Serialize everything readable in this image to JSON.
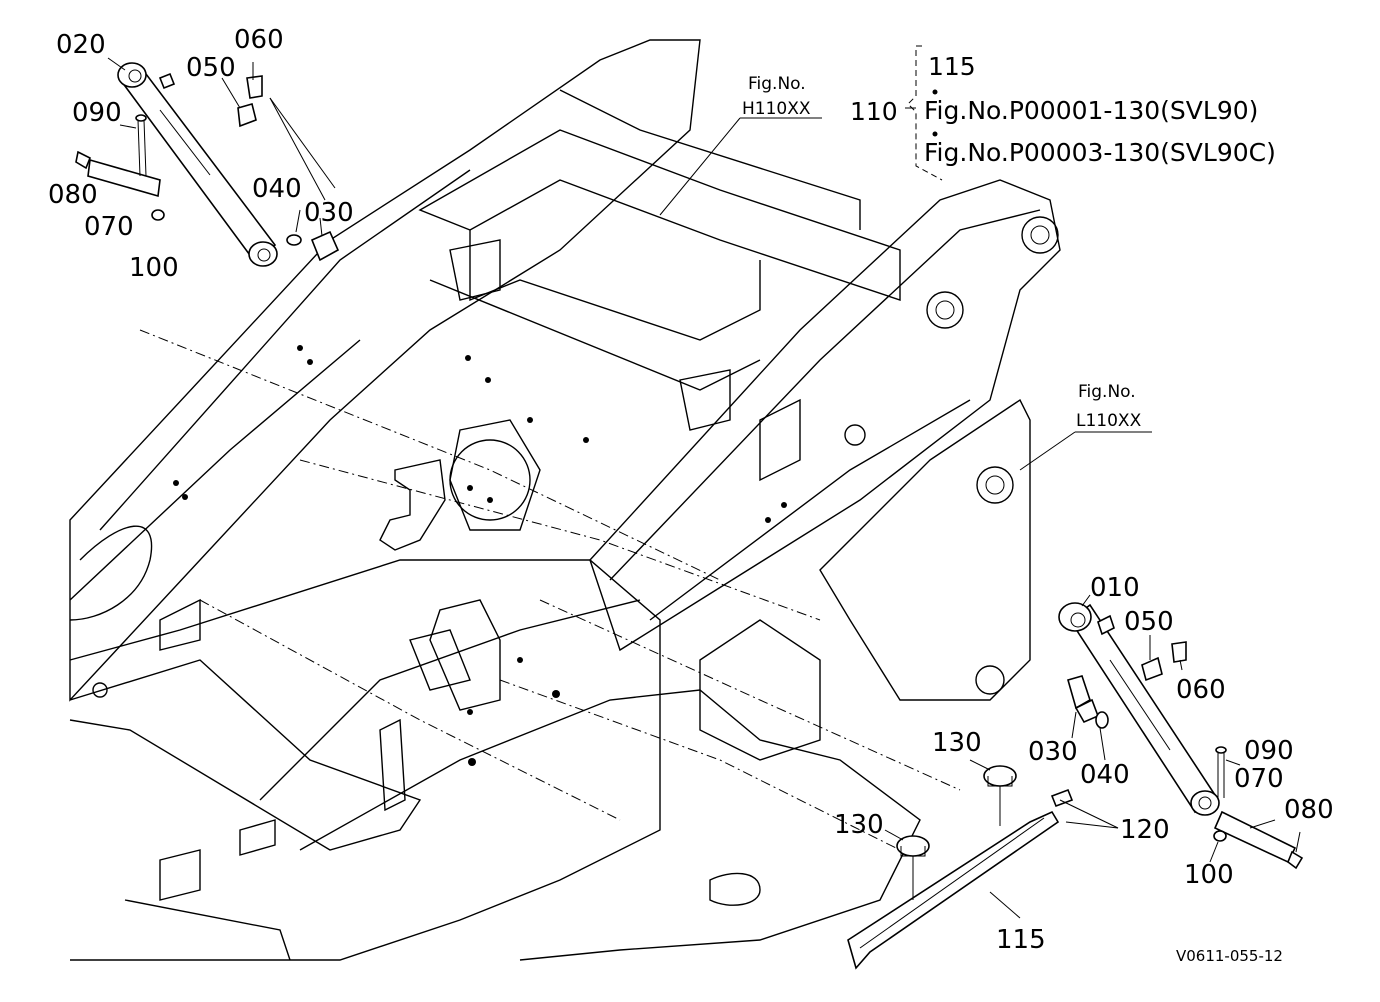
{
  "callouts": {
    "c010": "010",
    "c020": "020",
    "c030_top": "030",
    "c030_bot": "030",
    "c040_top": "040",
    "c040_bot": "040",
    "c050_top": "050",
    "c050_bot": "050",
    "c060_top": "060",
    "c060_bot": "060",
    "c070_top": "070",
    "c070_bot": "070",
    "c080_top": "080",
    "c080_bot": "080",
    "c090_top": "090",
    "c090_bot": "090",
    "c100_top": "100",
    "c100_bot": "100",
    "c110": "110",
    "c115_ref": "115",
    "c115_bot": "115",
    "c120": "120",
    "c130_a": "130",
    "c130_b": "130"
  },
  "references": {
    "fig_h_top": "Fig.No.",
    "fig_h_id": "H110XX",
    "fig_l_top": "Fig.No.",
    "fig_l_id": "L110XX",
    "ref1": "Fig.No.P00001-130(SVL90)",
    "ref2": "Fig.No.P00003-130(SVL90C)"
  },
  "drawing_code": "V0611-055-12"
}
